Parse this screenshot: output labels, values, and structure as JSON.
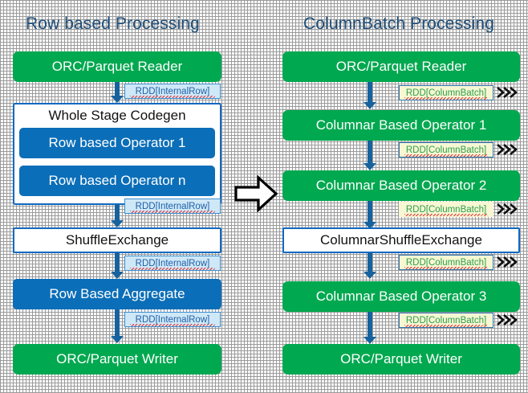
{
  "diagram": {
    "title_left": "Row based Processing",
    "title_right": "ColumnBatch Processing",
    "transition_icon": "right-block-arrow-icon"
  },
  "colors": {
    "green": "#00A84F",
    "blue": "#0B6EB8",
    "border_blue": "#1269C0",
    "title_navy": "#1F4E79",
    "arrow_blue": "#16629E",
    "tag_blue_bg": "#CFE8F7",
    "tag_yellow_bg": "#F7F7D4",
    "tag_green_text": "#2E9E4B"
  },
  "left_flow": {
    "nodes": [
      {
        "id": "orc-reader",
        "label": "ORC/Parquet Reader",
        "style": "green"
      },
      {
        "id": "whole-stage",
        "label": "Whole Stage Codegen",
        "style": "container"
      },
      {
        "id": "row-op-1",
        "label": "Row based Operator 1",
        "style": "blue"
      },
      {
        "id": "row-op-n",
        "label": "Row based Operator n",
        "style": "blue"
      },
      {
        "id": "shuffle-exchange",
        "label": "ShuffleExchange",
        "style": "white"
      },
      {
        "id": "row-aggregate",
        "label": "Row Based Aggregate",
        "style": "blue"
      },
      {
        "id": "orc-writer",
        "label": "ORC/Parquet Writer",
        "style": "green"
      }
    ],
    "edge_labels": [
      "RDD[InternalRow]",
      "RDD[InternalRow]",
      "RDD[InternalRow]",
      "RDD[InternalRow]"
    ]
  },
  "right_flow": {
    "nodes": [
      {
        "id": "orc-reader",
        "label": "ORC/Parquet Reader",
        "style": "green"
      },
      {
        "id": "col-op-1",
        "label": "Columnar Based Operator 1",
        "style": "green"
      },
      {
        "id": "col-op-2",
        "label": "Columnar Based Operator 2",
        "style": "green"
      },
      {
        "id": "columnar-shuffle",
        "label": "ColumnarShuffleExchange",
        "style": "white"
      },
      {
        "id": "col-op-3",
        "label": "Columnar Based Operator 3",
        "style": "green"
      },
      {
        "id": "orc-writer",
        "label": "ORC/Parquet Writer",
        "style": "green"
      }
    ],
    "edge_labels": [
      "RDD[ColumnBatch]",
      "RDD[ColumnBatch]",
      "RDD[ColumnBatch]",
      "RDD[ColumnBatch]",
      "RDD[ColumnBatch]"
    ],
    "batch_icon": "triple-chevron-right-icon"
  }
}
